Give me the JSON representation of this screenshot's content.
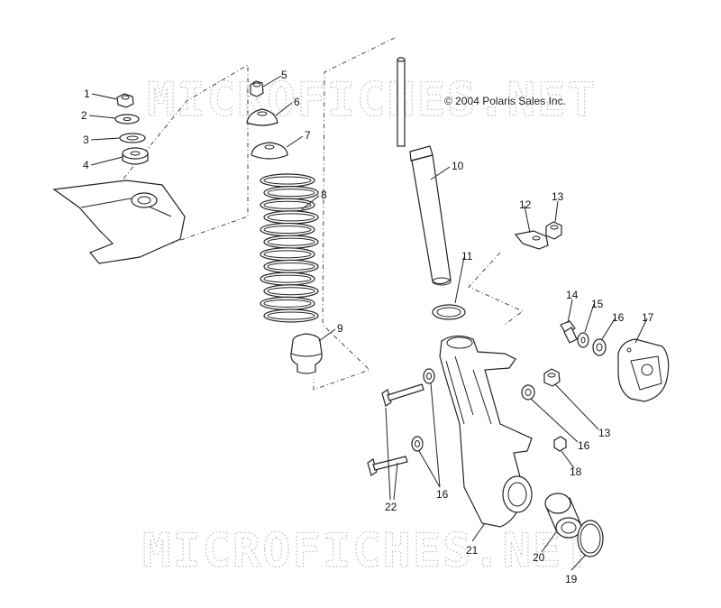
{
  "copyright": "© 2004 Polaris Sales Inc.",
  "watermark": "MICROFICHES.NET",
  "callouts": [
    "1",
    "2",
    "3",
    "4",
    "5",
    "6",
    "7",
    "8",
    "9",
    "10",
    "11",
    "12",
    "13",
    "14",
    "15",
    "16",
    "17",
    "13",
    "16",
    "18",
    "22",
    "16",
    "21",
    "20",
    "19"
  ]
}
